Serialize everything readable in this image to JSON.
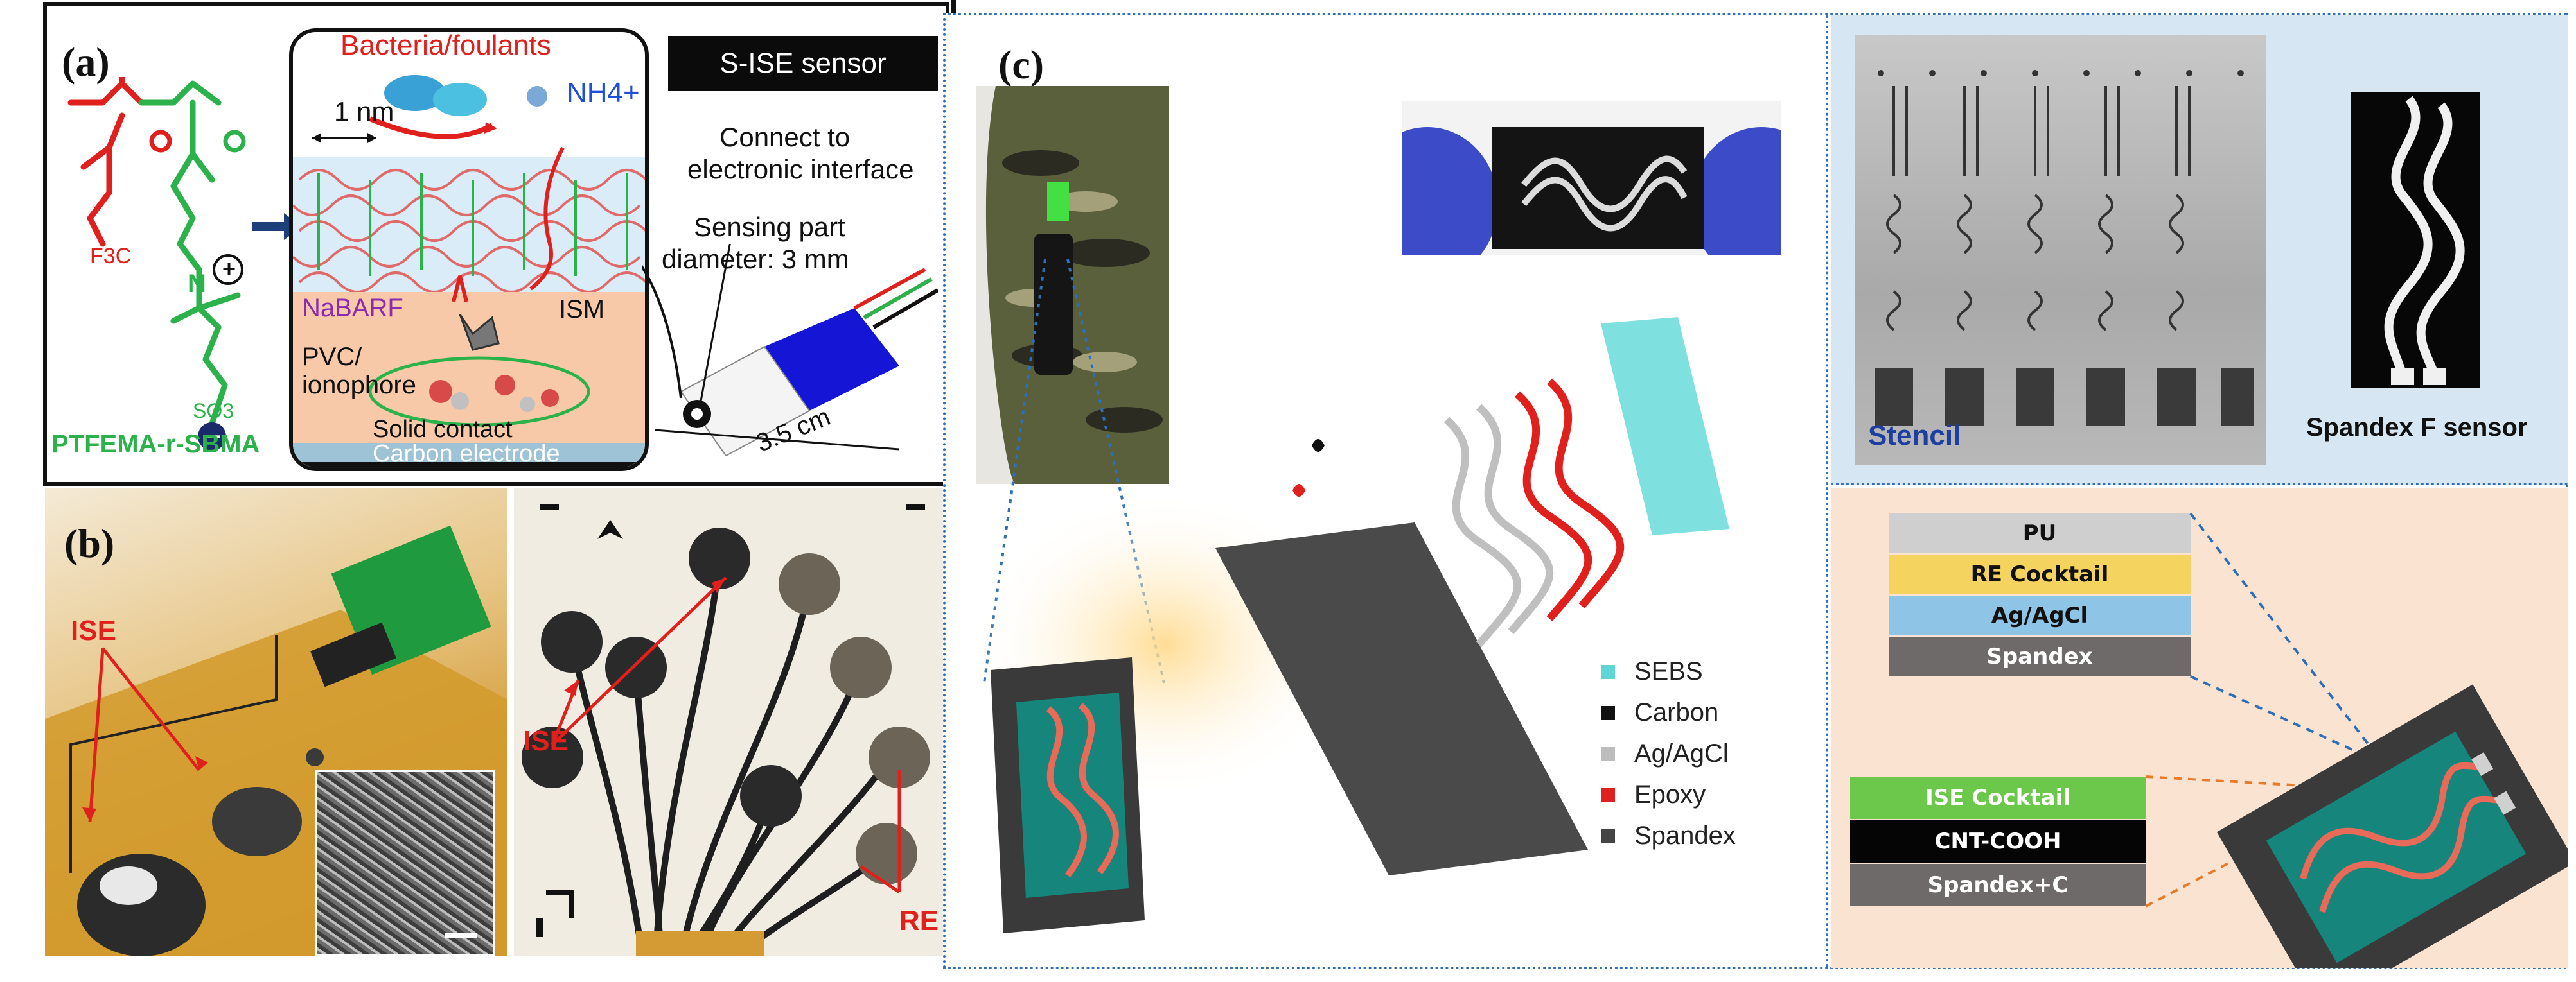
{
  "panel_a": {
    "letter": "(a)",
    "polymer_name": "PTFEMA-r-SBMA",
    "chem_labels": [
      "F3C",
      "N",
      "SO3",
      "+",
      "−"
    ],
    "bacteria_label": "Bacteria/foulants",
    "ammonium_label": "NH4+",
    "scale_label": "1 nm",
    "nabarf_label": "NaBARF",
    "ism_label": "ISM",
    "pvc_label": "PVC/",
    "ionophore_label": "ionophore",
    "solid_contact_label": "Solid contact",
    "carbon_electrode_label": "Carbon electrode",
    "sensor_title": "S-ISE sensor",
    "connect_label_1": "Connect to",
    "connect_label_2": "electronic interface",
    "sensing_label_1": "Sensing part",
    "sensing_label_2": "diameter: 3 mm",
    "length_label": "3.5 cm"
  },
  "panel_b": {
    "letter": "(b)",
    "ise_label_left": "ISE",
    "ise_label_right": "ISE",
    "re_label": "RE"
  },
  "panel_c": {
    "letter": "(c)",
    "legend": [
      {
        "label": "SEBS",
        "color": "#5fd6d6"
      },
      {
        "label": "Carbon",
        "color": "#111111"
      },
      {
        "label": "Ag/AgCl",
        "color": "#bdbdbd"
      },
      {
        "label": "Epoxy",
        "color": "#e02020"
      },
      {
        "label": "Spandex",
        "color": "#444444"
      }
    ],
    "stencil_label": "Stencil",
    "spandex_sensor_label": "Spandex F sensor",
    "re_stack": [
      {
        "label": "PU",
        "color": "#cfcfcf",
        "text_color": "#111111"
      },
      {
        "label": "RE Cocktail",
        "color": "#f4d35e",
        "text_color": "#111111"
      },
      {
        "label": "Ag/AgCl",
        "color": "#8ec4e6",
        "text_color": "#111111"
      },
      {
        "label": "Spandex",
        "color": "#6e6a6a",
        "text_color": "#ffffff"
      }
    ],
    "ise_stack": [
      {
        "label": "ISE Cocktail",
        "color": "#6cc84a",
        "text_color": "#ffffff"
      },
      {
        "label": "CNT-COOH",
        "color": "#050505",
        "text_color": "#ffffff"
      },
      {
        "label": "Spandex+C",
        "color": "#6e6a6a",
        "text_color": "#ffffff"
      }
    ]
  },
  "colors": {
    "green_polymer": "#2bb24a",
    "red_polymer": "#e0201c",
    "peach_bg": "#f7c9a8",
    "sky_bg": "#d6e6f3",
    "divider_blue": "#2e6fb5",
    "orange_dash": "#e87a2a"
  }
}
